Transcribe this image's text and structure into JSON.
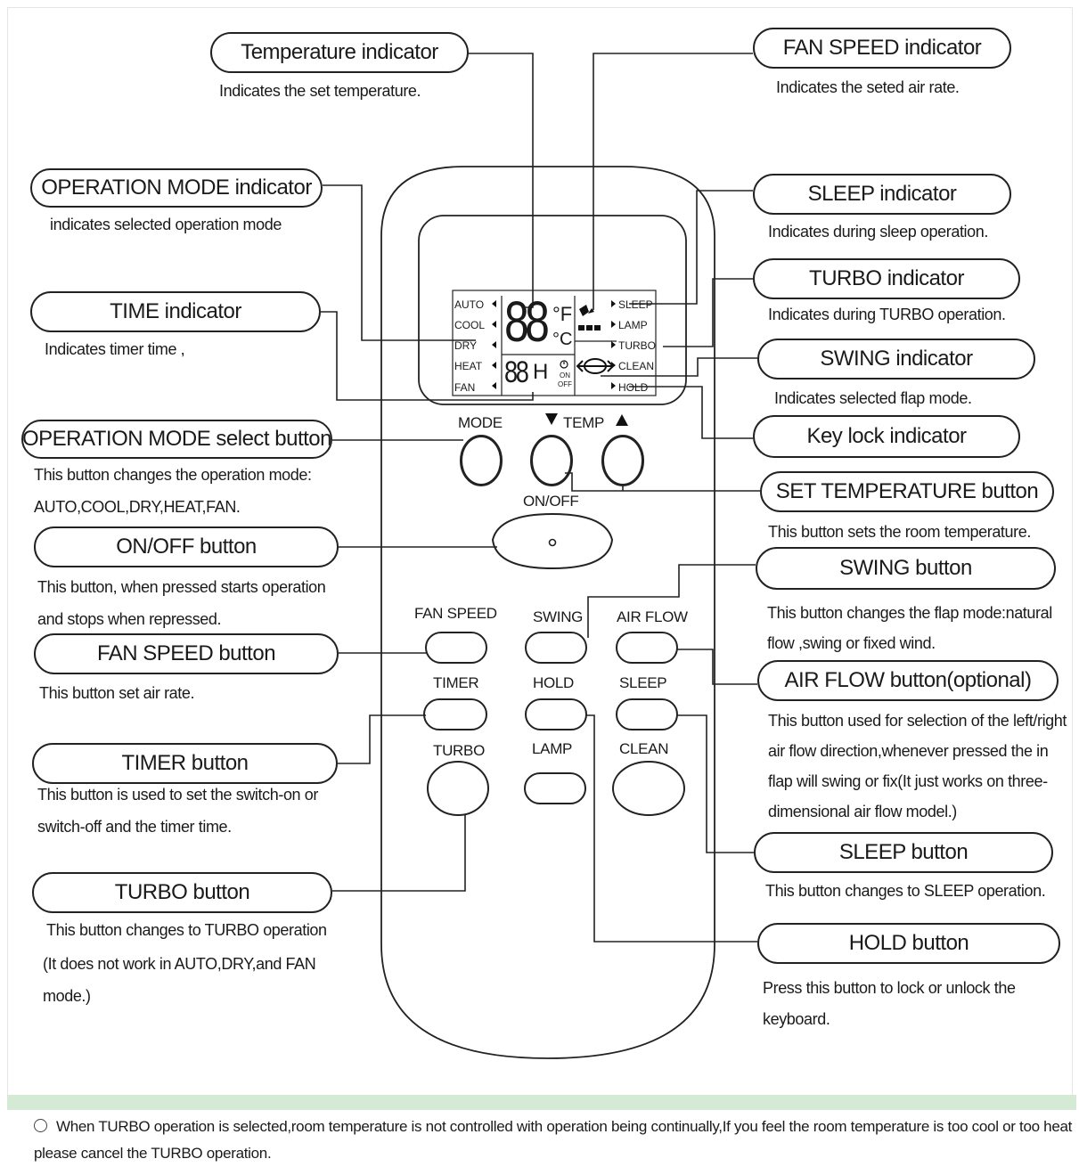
{
  "callouts": {
    "temperature_indicator": {
      "title": "Temperature indicator",
      "desc": "Indicates the set temperature."
    },
    "fan_speed_indicator": {
      "title": "FAN SPEED  indicator",
      "desc": "Indicates the seted air rate."
    },
    "operation_mode_indicator": {
      "title": "OPERATION MODE indicator",
      "desc": "indicates selected operation mode"
    },
    "sleep_indicator": {
      "title": "SLEEP  indicator",
      "desc": "Indicates during sleep operation."
    },
    "time_indicator": {
      "title": "TIME indicator",
      "desc": "Indicates timer time ,"
    },
    "turbo_indicator": {
      "title": "TURBO indicator",
      "desc": "Indicates during TURBO operation."
    },
    "swing_indicator": {
      "title": "SWING indicator",
      "desc": "Indicates selected flap mode."
    },
    "key_lock_indicator": {
      "title": "Key lock  indicator",
      "desc": ""
    },
    "operation_mode_button": {
      "title": "OPERATION MODE select button",
      "desc_line1": "This button changes  the operation mode:",
      "desc_line2": "AUTO,COOL,DRY,HEAT,FAN."
    },
    "set_temperature_button": {
      "title": "SET TEMPERATURE button",
      "desc": "This button sets the room temperature."
    },
    "on_off_button": {
      "title": "ON/OFF button",
      "desc_line1": "This button, when pressed starts operation",
      "desc_line2": "and stops when repressed."
    },
    "swing_button": {
      "title": "SWING button",
      "desc_line1": "This button changes the flap mode:natural",
      "desc_line2": "flow  ,swing or fixed wind."
    },
    "fan_speed_button": {
      "title": "FAN SPEED  button",
      "desc": "This button set air rate."
    },
    "air_flow_button": {
      "title": "AIR FLOW  button(optional)",
      "desc_line1": "This button used for selection of the left/right",
      "desc_line2": "air flow direction,whenever pressed the in",
      "desc_line3": "flap will swing or fix(It just works on three-",
      "desc_line4": "dimensional air flow model.)"
    },
    "timer_button": {
      "title": "TIMER  button",
      "desc_line1": "This button is used to set the switch-on or",
      "desc_line2": "switch-off and the timer time."
    },
    "sleep_button": {
      "title": "SLEEP button",
      "desc": "This button changes to SLEEP operation."
    },
    "turbo_button": {
      "title": "TURBO  button",
      "desc_line1": "This button changes to TURBO operation",
      "desc_line2": "(It does not work in AUTO,DRY,and FAN",
      "desc_line3": "mode.)"
    },
    "hold_button": {
      "title": "HOLD button",
      "desc_line1": "Press this button to lock or unlock the",
      "desc_line2": "keyboard."
    }
  },
  "remote": {
    "lcd": {
      "modes": [
        "AUTO",
        "COOL",
        "DRY",
        "HEAT",
        "FAN"
      ],
      "status": [
        "SLEEP",
        "LAMP",
        "TURBO",
        "CLEAN",
        "HOLD"
      ],
      "temp_digits": "88",
      "unit_f": "°F",
      "unit_c": "°C",
      "timer_digits": "88",
      "timer_h": "H",
      "timer_on": "ON",
      "timer_off": "OFF"
    },
    "labels": {
      "mode": "MODE",
      "temp": "TEMP",
      "on_off": "ON/OFF",
      "fan_speed": "FAN SPEED",
      "swing": "SWING",
      "air_flow": "AIR FLOW",
      "timer": "TIMER",
      "hold": "HOLD",
      "sleep": "SLEEP",
      "turbo": "TURBO",
      "lamp": "LAMP",
      "clean": "CLEAN"
    }
  },
  "footer": {
    "note": "When TURBO operation is selected,room temperature is not controlled with operation being continually,If you feel the room temperature is too cool or too heat please cancel the TURBO operation."
  }
}
